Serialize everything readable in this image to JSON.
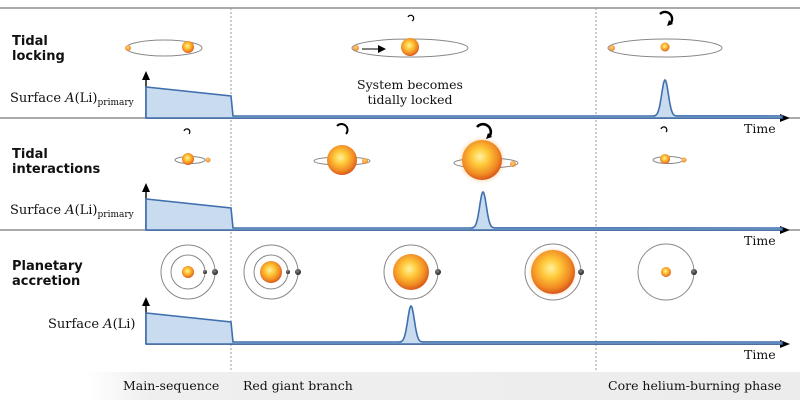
{
  "panels": [
    {
      "title_line1": "Tidal",
      "title_line2": "locking",
      "ylabel_prefix": "Surface ",
      "ylabel_quantity": "A",
      "ylabel_paren": "(Li)",
      "ylabel_subscript": "primary",
      "xlabel": "Time",
      "annotation_line1": "System becomes",
      "annotation_line2": "tidally locked"
    },
    {
      "title_line1": "Tidal",
      "title_line2": "interactions",
      "ylabel_prefix": "Surface ",
      "ylabel_quantity": "A",
      "ylabel_paren": "(Li)",
      "ylabel_subscript": "primary",
      "xlabel": "Time"
    },
    {
      "title_line1": "Planetary",
      "title_line2": "accretion",
      "ylabel_prefix": "Surface ",
      "ylabel_quantity": "A",
      "ylabel_paren": "(Li)",
      "ylabel_subscript": "",
      "xlabel": "Time"
    }
  ],
  "phases": {
    "main_sequence": "Main-sequence",
    "red_giant_branch": "Red giant branch",
    "core_helium": "Core helium-burning phase"
  },
  "colors": {
    "curve": "#3f6fae",
    "fill": "#c9dcef",
    "star_core": "#ffd23a",
    "star_edge": "#e0561a",
    "companion": "#f2a13a",
    "planet": "#333333",
    "divider": "#9a9a9a"
  }
}
